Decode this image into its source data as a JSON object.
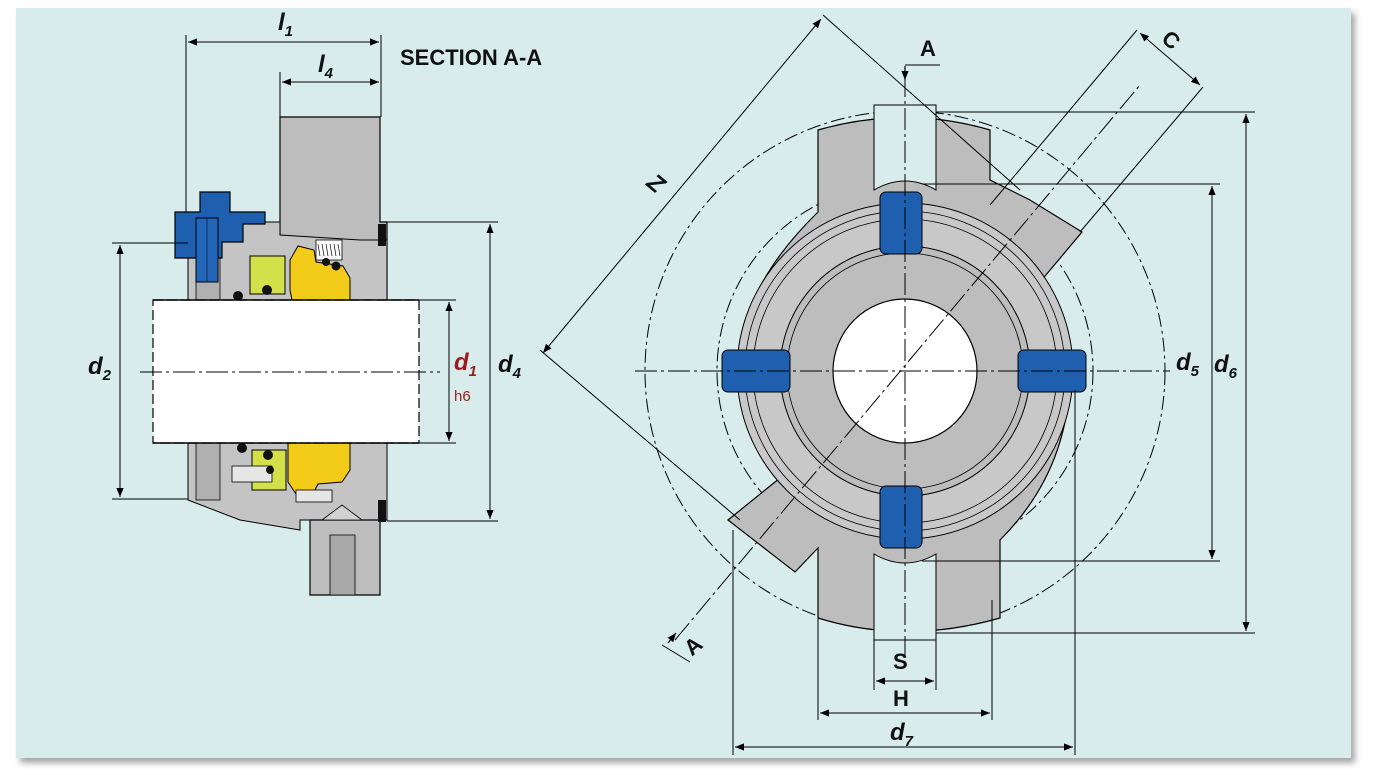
{
  "title": "SECTION A-A",
  "labels": {
    "l1": "l",
    "l1_sub": "1",
    "l4": "l",
    "l4_sub": "4",
    "d1": "d",
    "d1_sub": "1",
    "d1_tol": "h6",
    "d2": "d",
    "d2_sub": "2",
    "d4": "d",
    "d4_sub": "4",
    "d5": "d",
    "d5_sub": "5",
    "d6": "d",
    "d6_sub": "6",
    "d7": "d",
    "d7_sub": "7",
    "A_top": "A",
    "A_bottom": "A",
    "C": "C",
    "Z": "Z",
    "S": "S",
    "H": "H"
  },
  "colors": {
    "background": "#d8ecec",
    "metal": "#bdbdbd",
    "metal_dark": "#9a9a9a",
    "blue_part": "#1f5fb0",
    "yellow_part": "#f3cc1a",
    "green_part": "#d4e04a",
    "shaft": "#ffffff",
    "line": "#000000",
    "highlight_red": "#9b1c1c"
  }
}
